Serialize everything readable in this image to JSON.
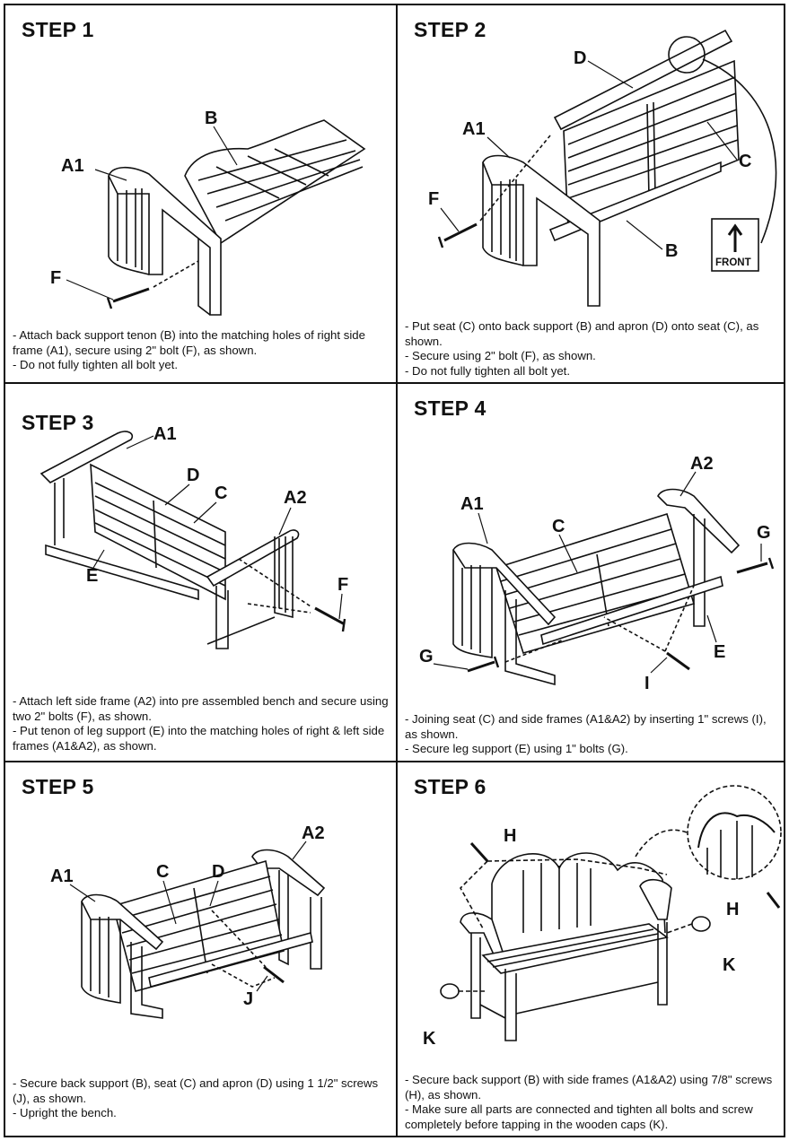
{
  "steps": [
    {
      "title": "STEP 1",
      "labels": [
        "A1",
        "B",
        "F"
      ],
      "instructions": [
        "- Attach back support tenon (B) into the matching holes of right side frame (A1), secure using 2\" bolt (F), as shown.",
        "- Do not fully tighten all bolt yet."
      ]
    },
    {
      "title": "STEP 2",
      "labels": [
        "D",
        "A1",
        "C",
        "F",
        "B"
      ],
      "front_label": "FRONT",
      "instructions": [
        "- Put seat (C) onto back support (B) and apron (D) onto seat (C), as shown.",
        "- Secure using 2\" bolt (F), as shown.",
        "- Do not fully tighten all bolt yet."
      ]
    },
    {
      "title": "STEP 3",
      "labels": [
        "A1",
        "D",
        "C",
        "A2",
        "E",
        "F"
      ],
      "instructions": [
        "- Attach left side frame (A2) into pre assembled bench and secure using two 2\" bolts (F), as shown.",
        "- Put tenon of leg support (E) into the matching holes of right & left side frames (A1&A2), as shown."
      ]
    },
    {
      "title": "STEP 4",
      "labels": [
        "A2",
        "A1",
        "C",
        "G",
        "E",
        "G",
        "I"
      ],
      "instructions": [
        "- Joining seat (C) and side frames (A1&A2) by inserting 1\" screws (I), as shown.",
        "- Secure leg support (E) using 1\" bolts (G)."
      ]
    },
    {
      "title": "STEP 5",
      "labels": [
        "A2",
        "A1",
        "C",
        "D",
        "J"
      ],
      "instructions": [
        "- Secure back support (B), seat (C) and apron (D) using 1 1/2\" screws (J), as shown.",
        "- Upright the bench."
      ]
    },
    {
      "title": "STEP 6",
      "labels": [
        "H",
        "H",
        "K",
        "K"
      ],
      "instructions": [
        "- Secure back support (B) with side frames (A1&A2) using 7/8\" screws (H), as shown.",
        "- Make sure all parts are connected and tighten all bolts and screw completely before tapping in the wooden caps (K)."
      ]
    }
  ]
}
